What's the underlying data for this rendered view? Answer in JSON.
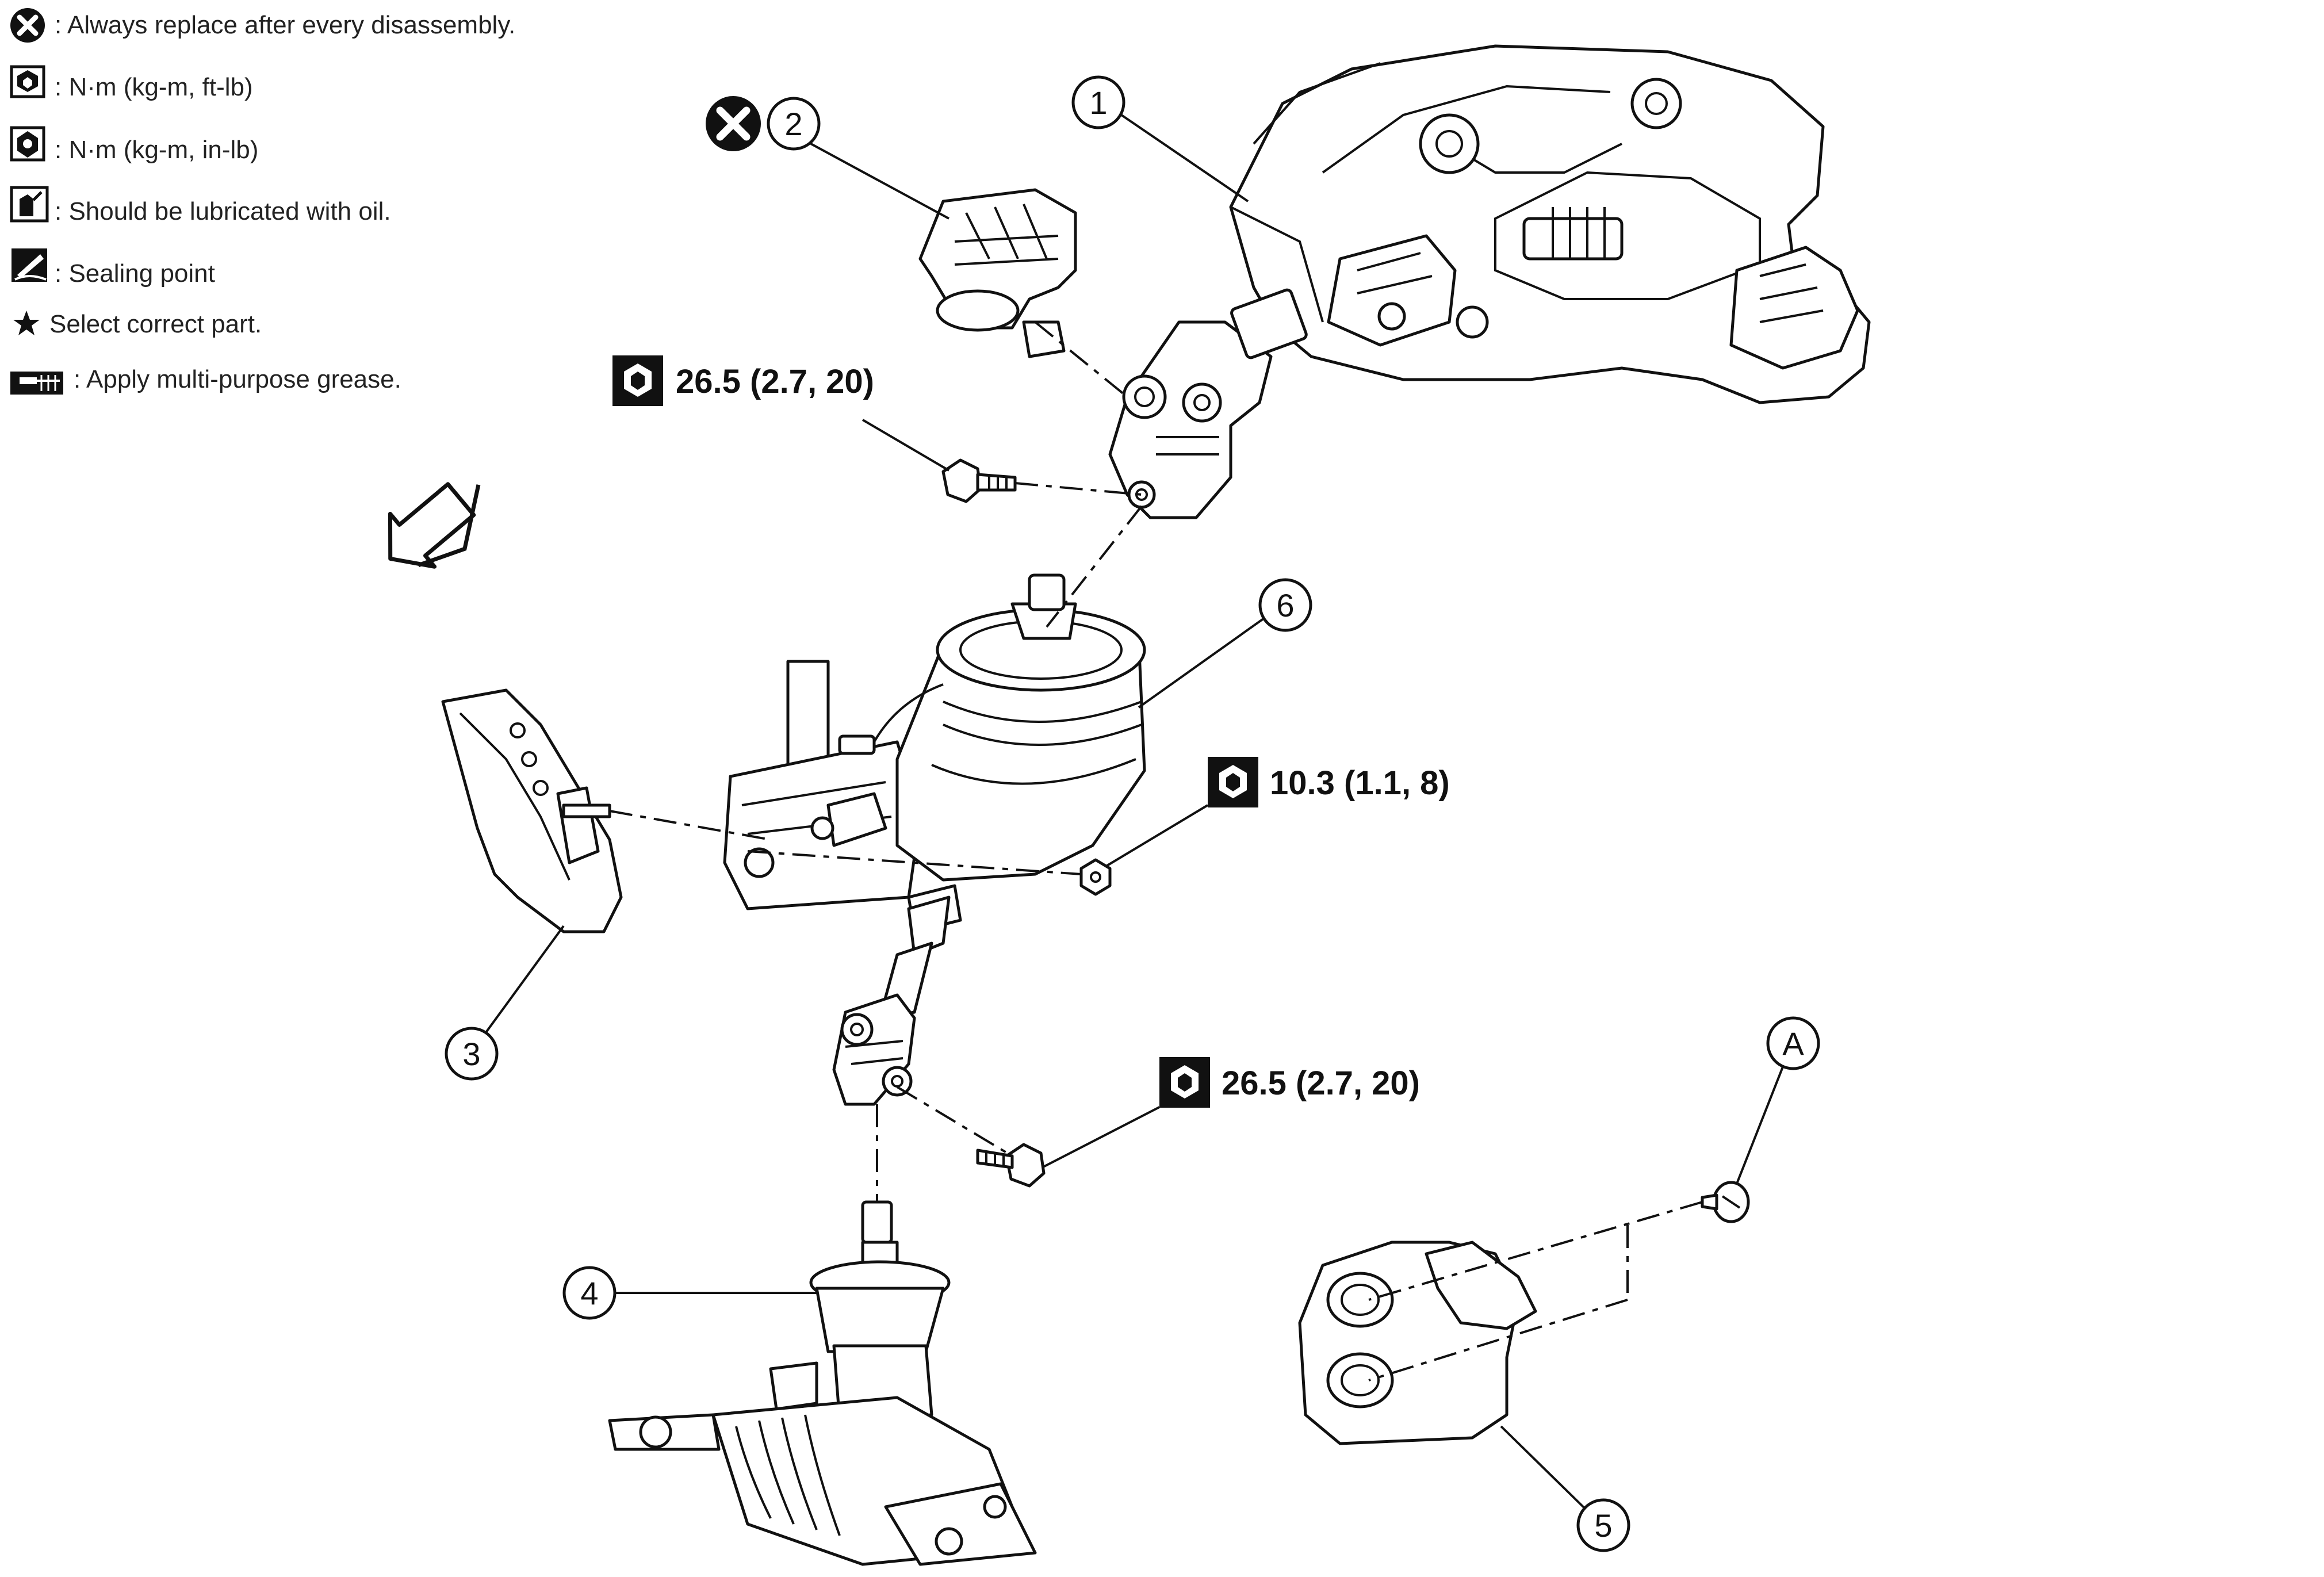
{
  "legend": {
    "items": [
      {
        "icon": "replace-x-icon",
        "text": ": Always replace after every disassembly."
      },
      {
        "icon": "torque-wrench-icon",
        "text": ": N·m (kg-m, ft-lb)"
      },
      {
        "icon": "torque-wrench-small-icon",
        "text": ": N·m (kg-m, in-lb)"
      },
      {
        "icon": "oil-can-icon",
        "text": ": Should be lubricated with oil."
      },
      {
        "icon": "sealing-point-icon",
        "text": ": Sealing point"
      },
      {
        "icon": "star-icon",
        "text": "Select correct part."
      },
      {
        "icon": "grease-icon",
        "text": ": Apply multi-purpose grease."
      }
    ]
  },
  "torques": {
    "upper_bolt": "26.5 (2.7, 20)",
    "bracket_nut": "10.3 (1.1, 8)",
    "lower_bolt": "26.5 (2.7, 20)"
  },
  "callouts": {
    "c1": "1",
    "c2": "2",
    "c3": "3",
    "c4": "4",
    "c5": "5",
    "c6": "6",
    "cA": "A"
  },
  "icons": {
    "front_arrow": "front-direction-arrow-icon"
  }
}
